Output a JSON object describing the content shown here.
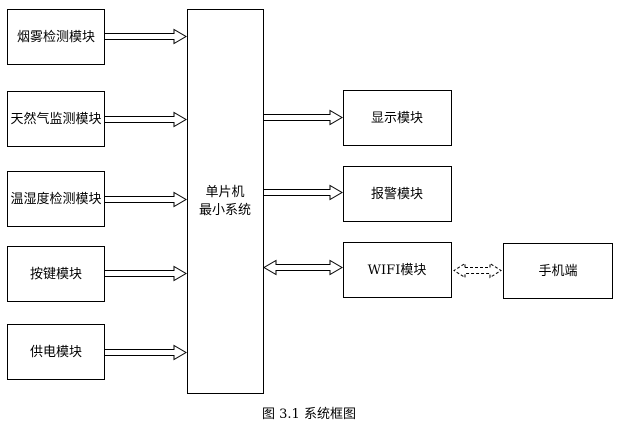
{
  "diagram": {
    "caption": "图 3.1  系统框图",
    "inputs": [
      {
        "id": "smoke",
        "label": "烟雾检测模块"
      },
      {
        "id": "gas",
        "label": "天然气监测模块"
      },
      {
        "id": "temp",
        "label": "温湿度检测模块"
      },
      {
        "id": "key",
        "label": "按键模块"
      },
      {
        "id": "power",
        "label": "供电模块"
      }
    ],
    "mcu": {
      "line1": "单片机",
      "line2": "最小系统"
    },
    "outputs": [
      {
        "id": "display",
        "label": "显示模块"
      },
      {
        "id": "alarm",
        "label": "报警模块"
      },
      {
        "id": "wifi",
        "label": "WIFI模块"
      }
    ],
    "phone": {
      "label": "手机端"
    }
  }
}
